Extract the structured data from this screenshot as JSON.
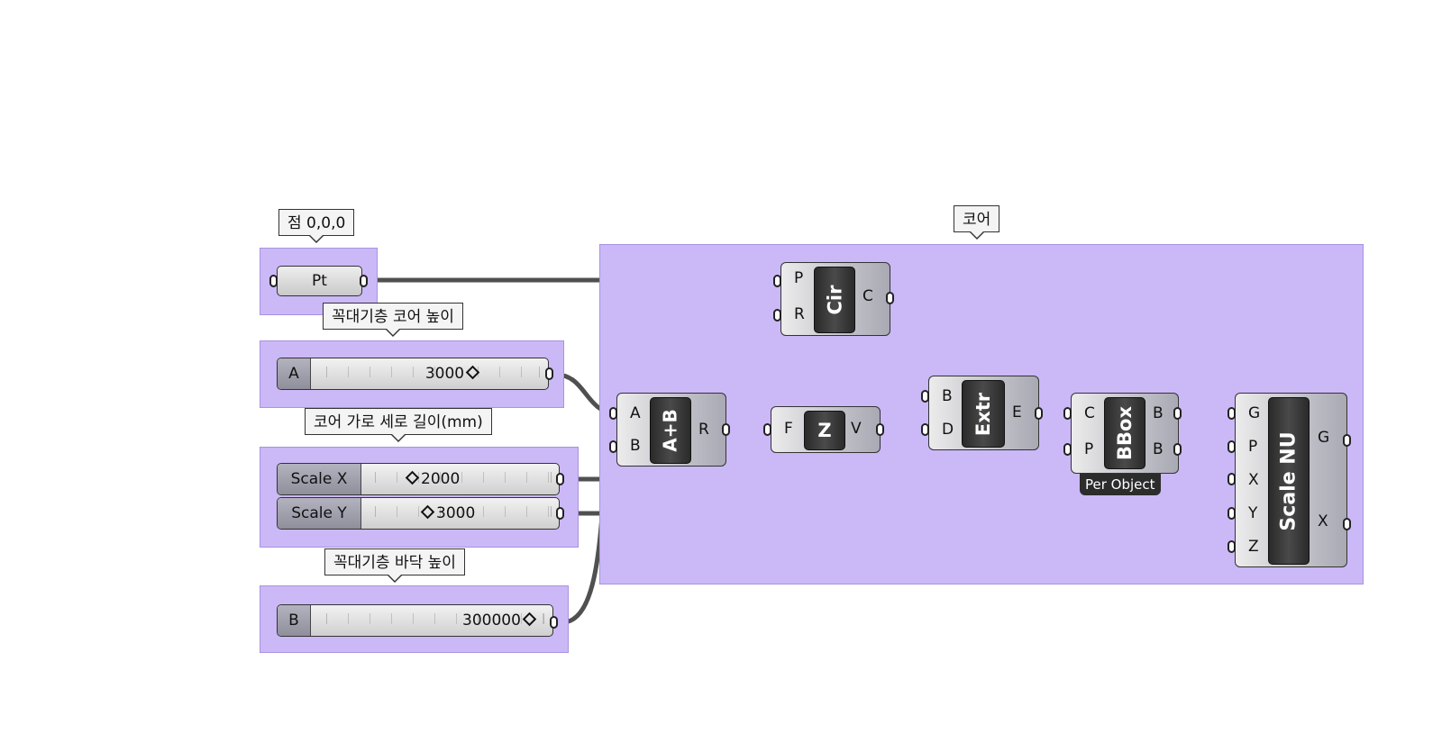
{
  "groups": {
    "point_label": "점 0,0,0",
    "core_height_label": "꼭대기층 코어 높이",
    "core_size_label": "코어 가로 세로 길이(mm)",
    "floor_height_label": "꼭대기층 바닥 높이",
    "core_group_label": "코어"
  },
  "params": {
    "pt": "Pt"
  },
  "sliders": {
    "a": {
      "label": "A",
      "value": "3000"
    },
    "scale_x": {
      "label": "Scale X",
      "value": "2000"
    },
    "scale_y": {
      "label": "Scale Y",
      "value": "3000"
    },
    "b": {
      "label": "B",
      "value": "300000"
    }
  },
  "components": {
    "circle": {
      "name": "Cir",
      "inputs": [
        "P",
        "R"
      ],
      "outputs": [
        "C"
      ]
    },
    "addition": {
      "name": "A+B",
      "inputs": [
        "A",
        "B"
      ],
      "outputs": [
        "R"
      ]
    },
    "unit_z": {
      "name": "Z",
      "inputs": [
        "F"
      ],
      "outputs": [
        "V"
      ]
    },
    "extrude": {
      "name": "Extr",
      "inputs": [
        "B",
        "D"
      ],
      "outputs": [
        "E"
      ]
    },
    "bbox": {
      "name": "BBox",
      "inputs": [
        "C",
        "P"
      ],
      "outputs": [
        "B",
        "B"
      ],
      "tag": "Per Object"
    },
    "scale_nu": {
      "name": "Scale NU",
      "inputs": [
        "G",
        "P",
        "X",
        "Y",
        "Z"
      ],
      "outputs": [
        "G",
        "X"
      ]
    }
  },
  "colors": {
    "group_fill": "#cbb8f7",
    "wire": "#505050",
    "component_core": "#333333"
  }
}
